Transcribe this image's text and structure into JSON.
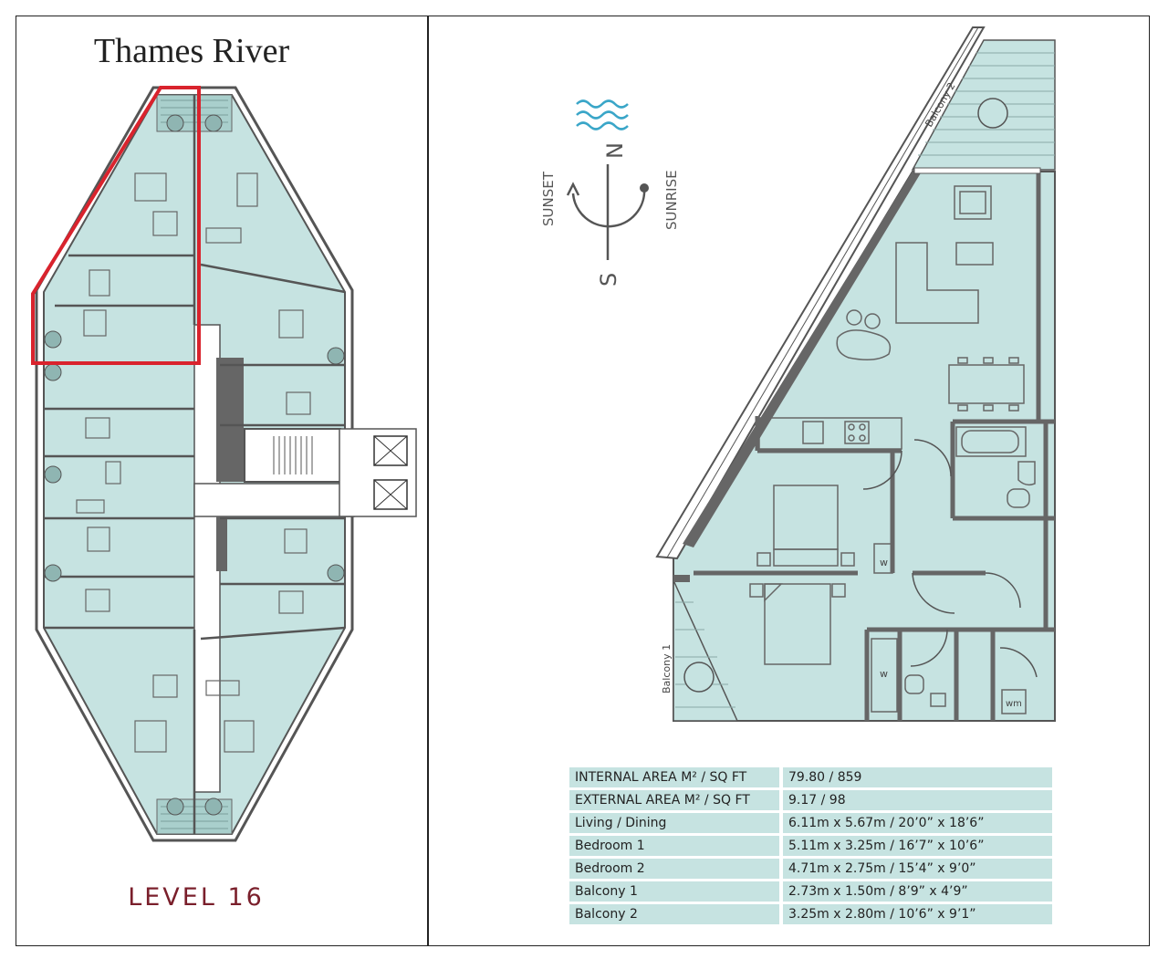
{
  "site": {
    "title": "Thames River",
    "level_label": "LEVEL  16"
  },
  "compass": {
    "north": "N",
    "south": "S",
    "sunset": "SUNSET",
    "sunrise": "SUNRISE"
  },
  "plan_labels": {
    "balcony_1": "Balcony 1",
    "balcony_2": "Balcony 2",
    "wardrobe": "w",
    "washing_machine": "wm"
  },
  "colors": {
    "room_fill": "#c6e3e1",
    "wall": "#555555",
    "highlight": "#d9232d",
    "level_text": "#7a1f2b",
    "water": "#3aa6c8"
  },
  "spec_table": {
    "rows": [
      {
        "label": "INTERNAL AREA M² / SQ FT",
        "value": "79.80 / 859"
      },
      {
        "label": "EXTERNAL AREA M² / SQ FT",
        "value": "9.17 / 98"
      },
      {
        "label": "Living / Dining",
        "value": "6.11m x 5.67m / 20’0” x 18’6”"
      },
      {
        "label": "Bedroom 1",
        "value": "5.11m x 3.25m / 16’7” x 10’6”"
      },
      {
        "label": "Bedroom 2",
        "value": "4.71m x 2.75m / 15’4” x 9’0”"
      },
      {
        "label": "Balcony 1",
        "value": "2.73m x 1.50m / 8’9” x 4’9”"
      },
      {
        "label": "Balcony 2",
        "value": "3.25m x 2.80m / 10’6” x 9’1”"
      }
    ]
  }
}
